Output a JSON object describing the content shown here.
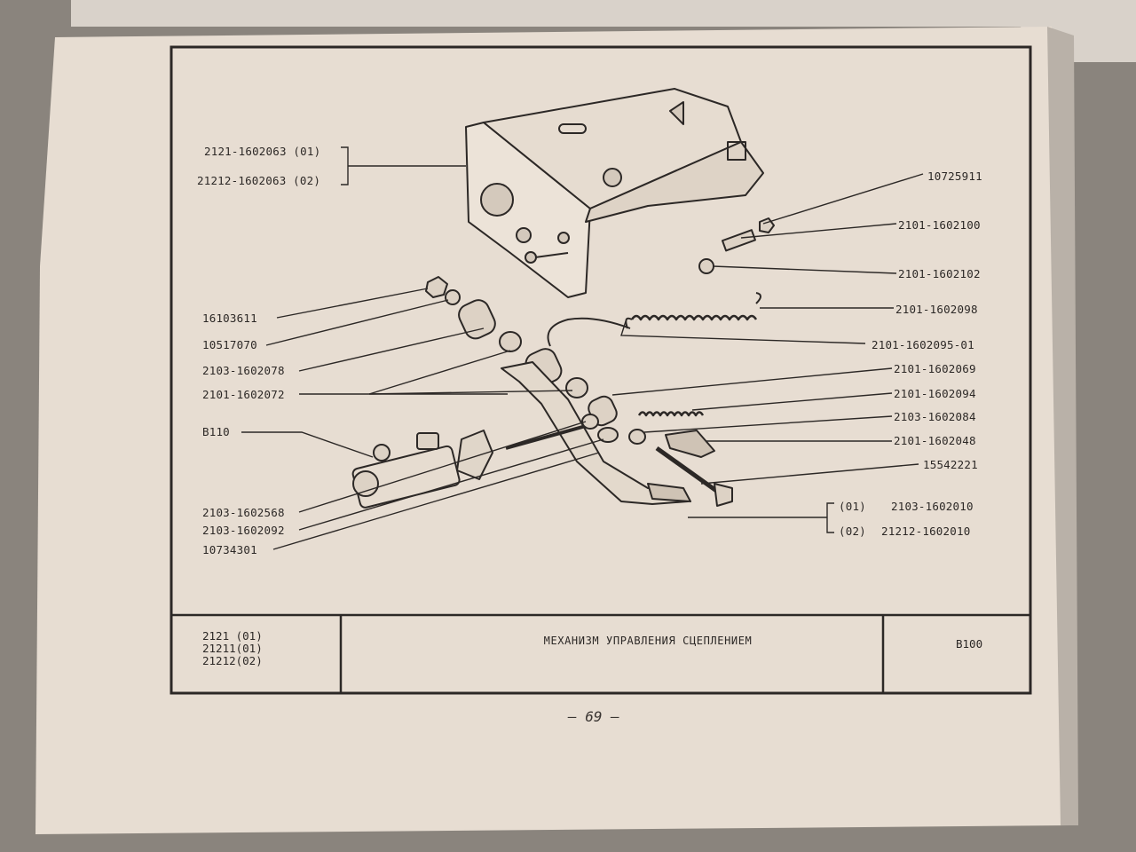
{
  "labels_left": [
    "2121-1602063 (01)",
    "21212-1602063 (02)",
    "16103611",
    "10517070",
    "2103-1602078",
    "2101-1602072",
    "B110",
    "2103-1602568",
    "2103-1602092",
    "10734301"
  ],
  "labels_right": [
    "10725911",
    "2101-1602100",
    "2101-1602102",
    "2101-1602098",
    "2101-1602095-01",
    "2101-1602069",
    "2101-1602094",
    "2103-1602084",
    "2101-1602048",
    "15542221"
  ],
  "variants": [
    {
      "code": "(01)",
      "part": "2103-1602010"
    },
    {
      "code": "(02)",
      "part": "21212-1602010"
    }
  ],
  "title_block": {
    "models": [
      "2121 (01)",
      "21211(01)",
      "21212(02)"
    ],
    "title": "МЕХАНИЗМ УПРАВЛЕНИЯ СЦЕПЛЕНИЕМ",
    "code": "B100"
  },
  "page_number": "— 69 —",
  "colors": {
    "paper": "#e7ddd2",
    "ink": "#2c2826",
    "shadow": "#8d8780"
  }
}
